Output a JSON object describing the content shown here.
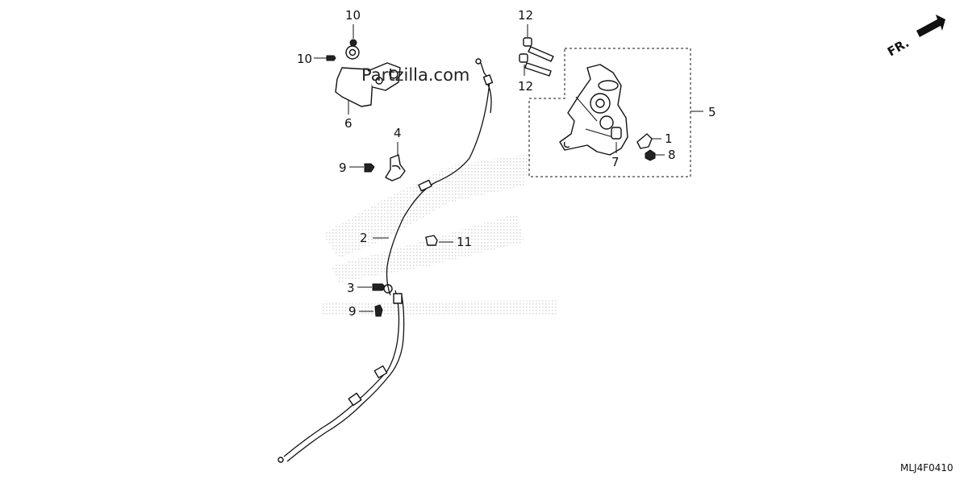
{
  "watermark": "Partzilla.com",
  "direction_label": "FR.",
  "diagram_code": "MLJ4F0410",
  "callouts": {
    "c10a": "10",
    "c10b": "10",
    "c6": "6",
    "c4": "4",
    "c9a": "9",
    "c2": "2",
    "c11": "11",
    "c3": "3",
    "c9b": "9",
    "c12a": "12",
    "c12b": "12",
    "c5": "5",
    "c1": "1",
    "c8": "8",
    "c7": "7"
  },
  "colors": {
    "line": "#111111",
    "background": "#ffffff",
    "background_pattern": "#d6d6d6"
  }
}
